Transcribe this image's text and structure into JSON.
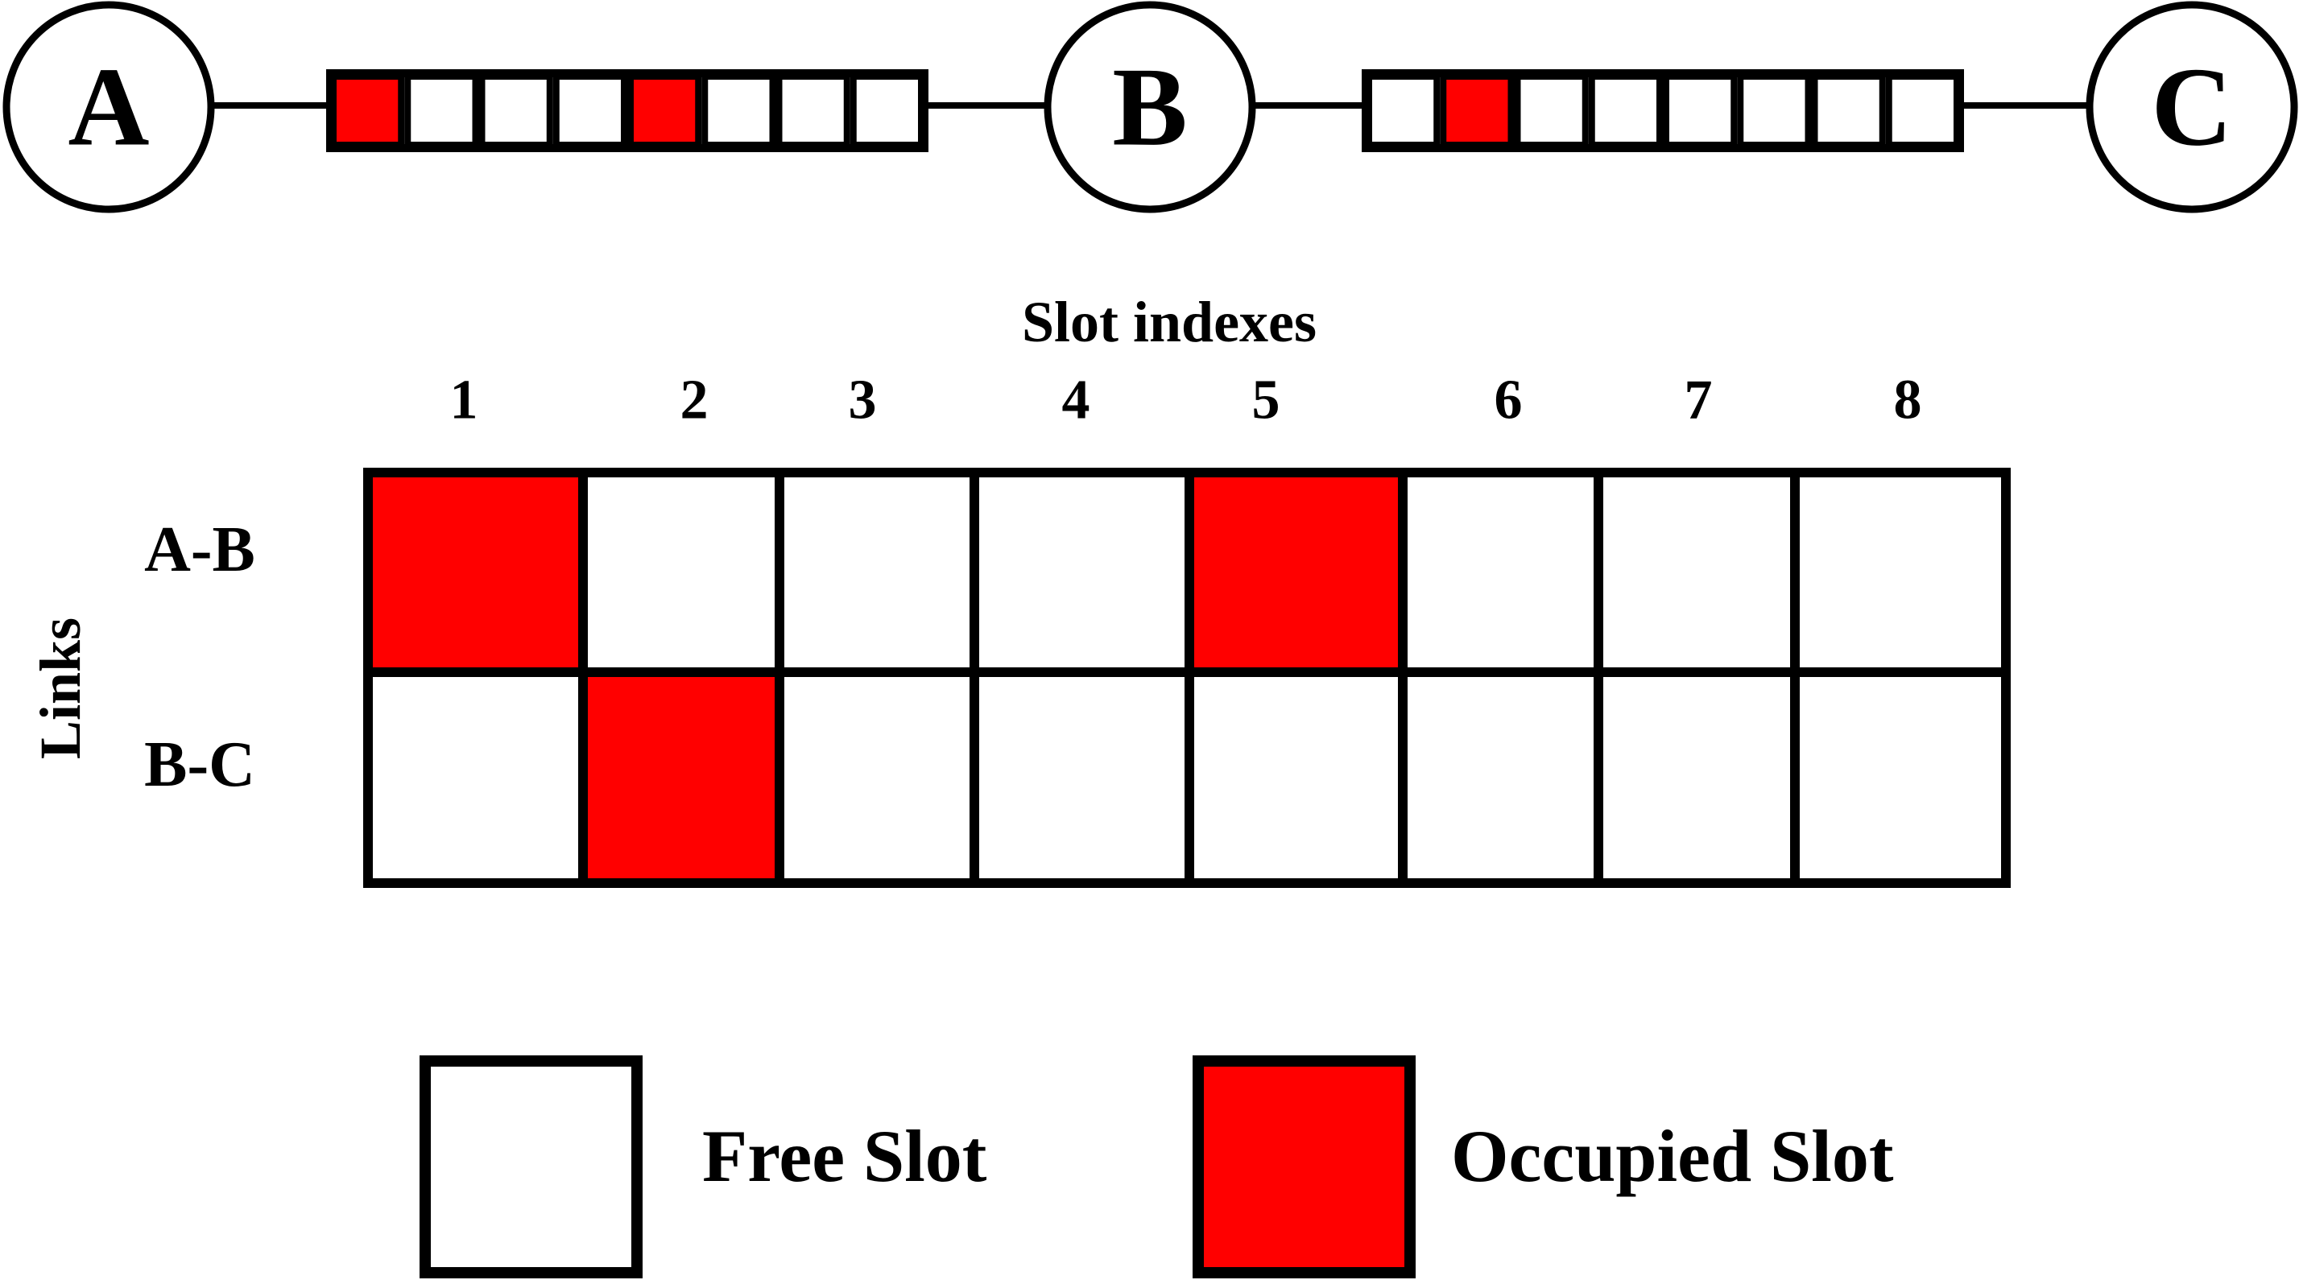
{
  "topology": {
    "nodes": [
      "A",
      "B",
      "C"
    ],
    "links": [
      {
        "name": "A-B",
        "occupied": [
          1,
          5
        ]
      },
      {
        "name": "B-C",
        "occupied": [
          2
        ]
      }
    ],
    "slot_count": 8
  },
  "grid": {
    "x_title": "Slot indexes",
    "y_title": "Links",
    "slot_labels": [
      "1",
      "2",
      "3",
      "4",
      "5",
      "6",
      "7",
      "8"
    ],
    "row_labels": [
      "A-B",
      "B-C"
    ]
  },
  "legend": {
    "free_label": "Free Slot",
    "occupied_label": "Occupied Slot"
  },
  "colors": {
    "occupied": "#ff0000",
    "free": "#ffffff",
    "stroke": "#000000"
  }
}
